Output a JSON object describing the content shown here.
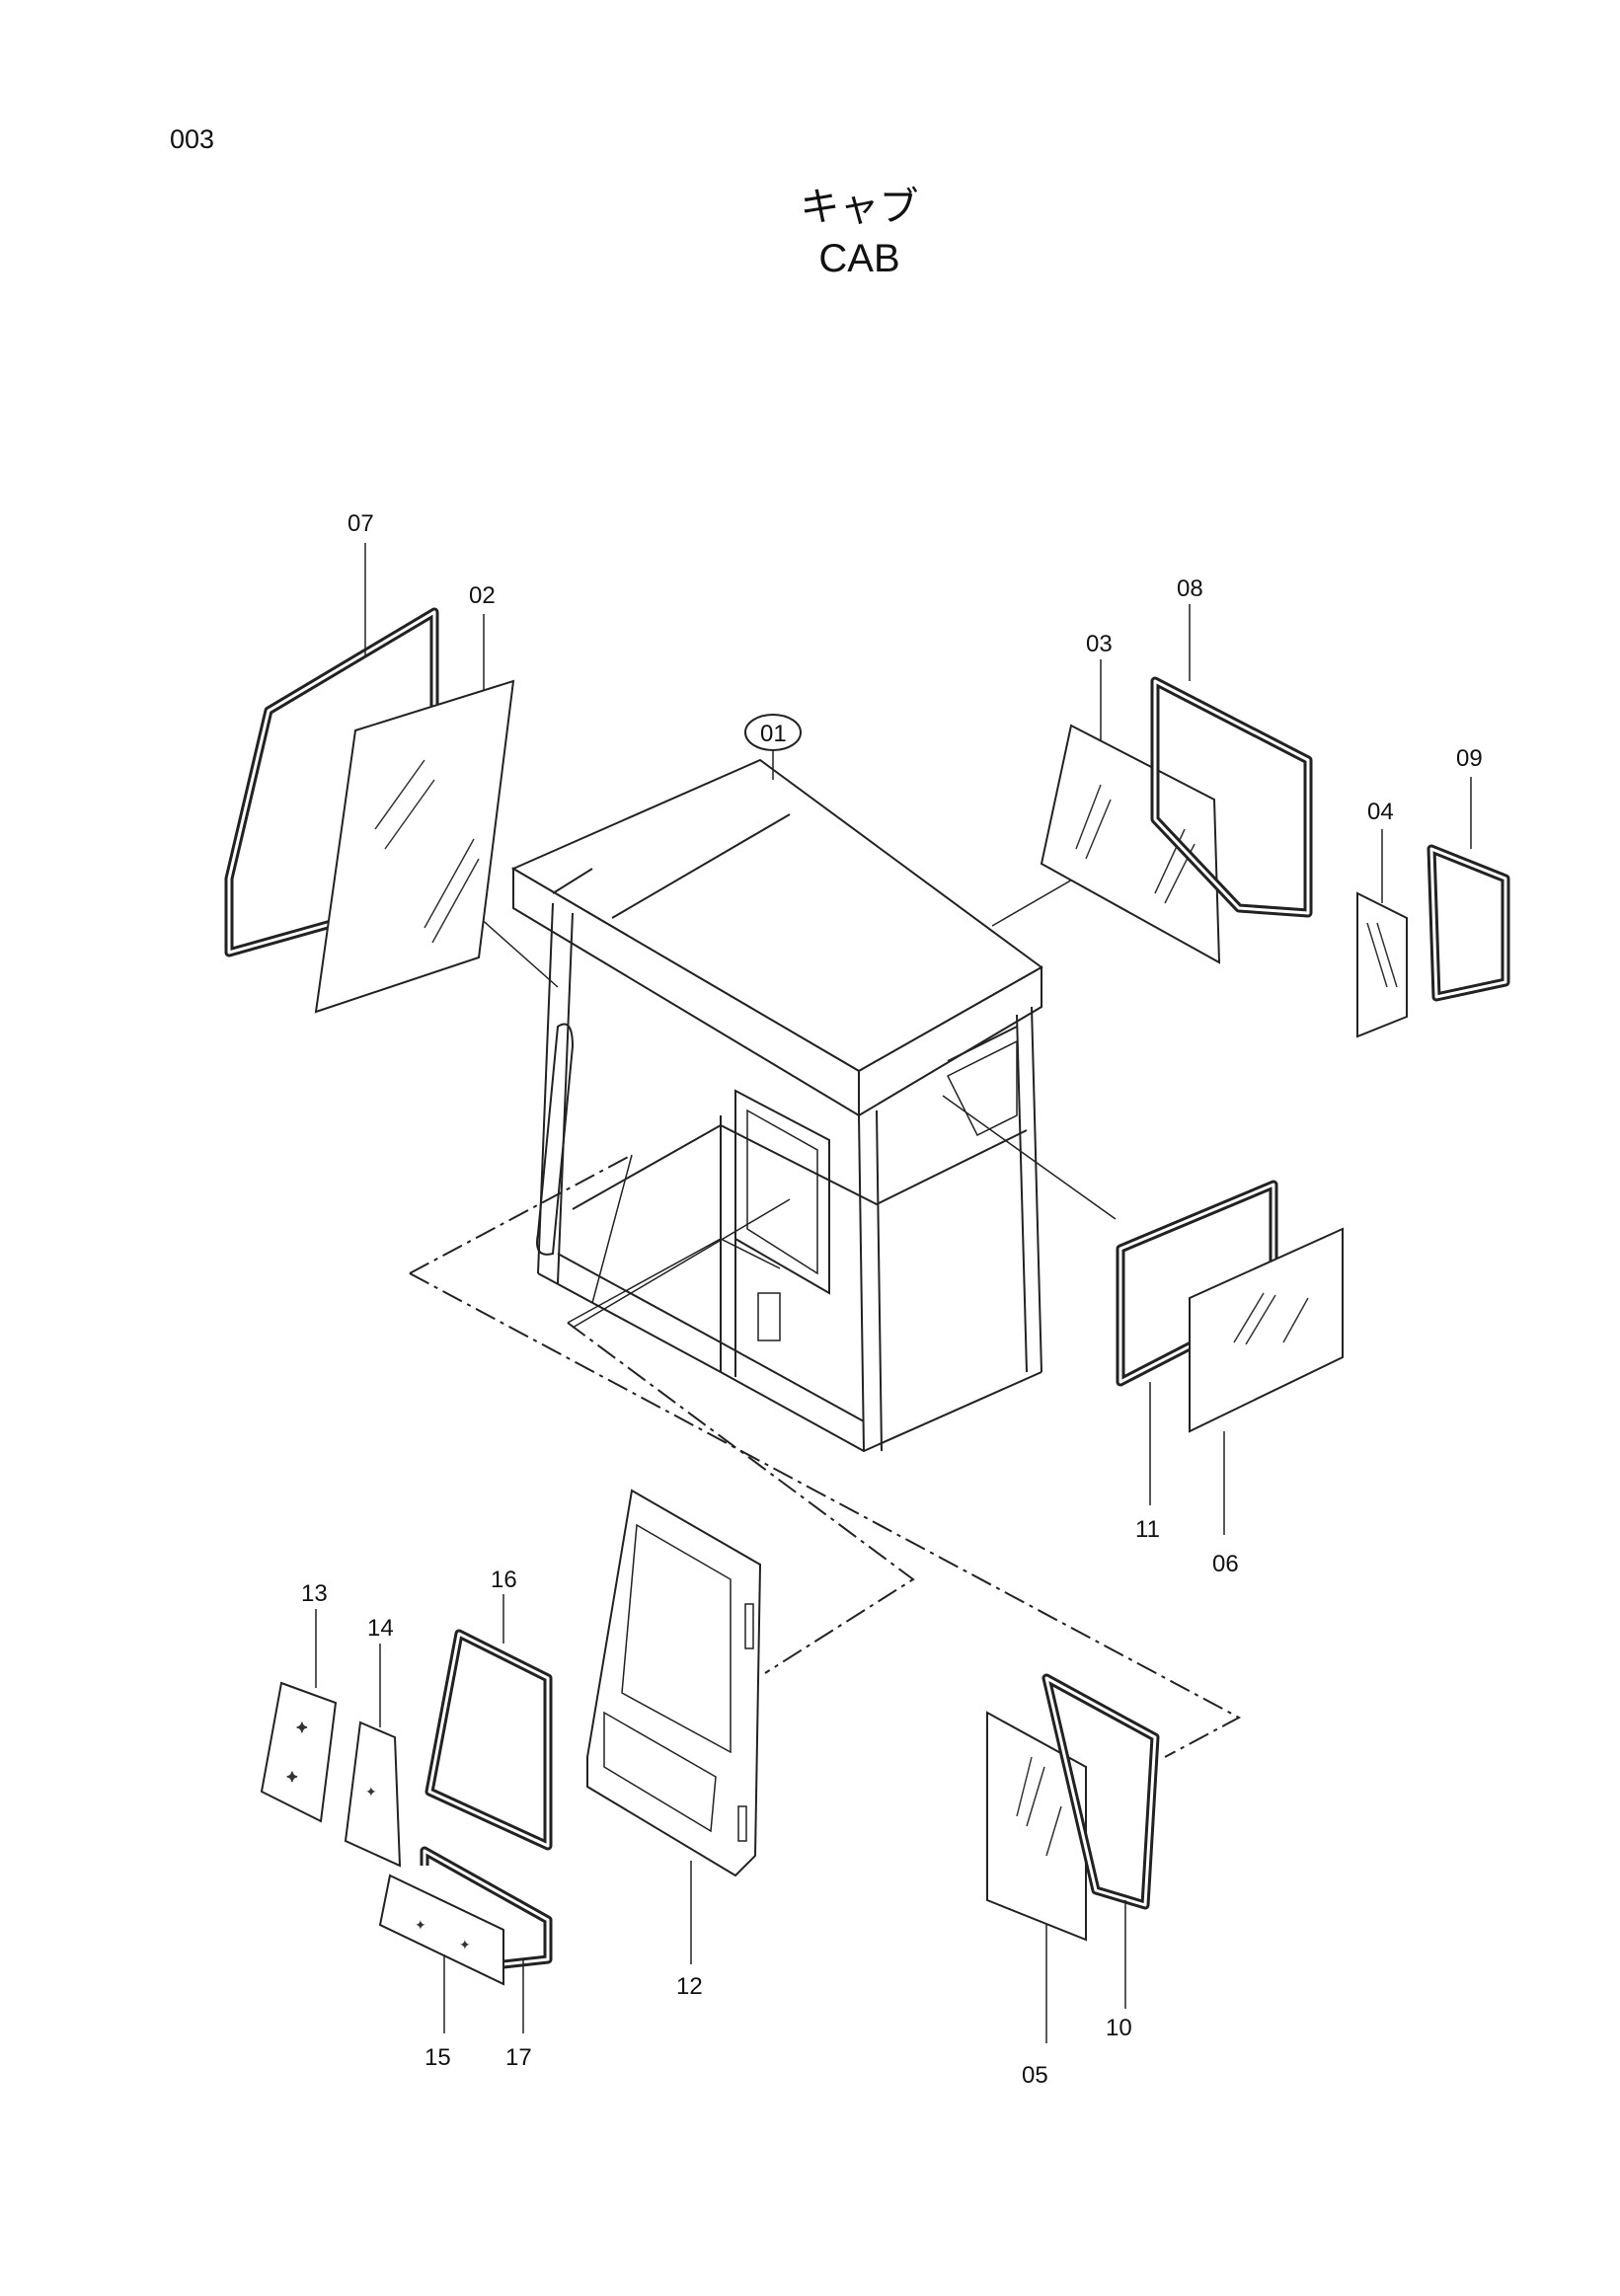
{
  "page_number": "003",
  "title": {
    "japanese": "キャブ",
    "english": "CAB"
  },
  "callouts": [
    {
      "id": "01",
      "circled": true,
      "part": "cab-body"
    },
    {
      "id": "02",
      "part": "front-glass"
    },
    {
      "id": "03",
      "part": "rear-glass"
    },
    {
      "id": "04",
      "part": "small-rear-glass"
    },
    {
      "id": "05",
      "part": "side-glass-lower"
    },
    {
      "id": "06",
      "part": "side-glass-right"
    },
    {
      "id": "07",
      "part": "front-glass-seal"
    },
    {
      "id": "08",
      "part": "rear-glass-seal"
    },
    {
      "id": "09",
      "part": "small-rear-glass-seal"
    },
    {
      "id": "10",
      "part": "side-glass-lower-seal"
    },
    {
      "id": "11",
      "part": "side-glass-right-seal"
    },
    {
      "id": "12",
      "part": "door"
    },
    {
      "id": "13",
      "part": "door-glass-upper"
    },
    {
      "id": "14",
      "part": "door-glass-middle"
    },
    {
      "id": "15",
      "part": "door-glass-lower"
    },
    {
      "id": "16",
      "part": "door-glass-seal-upper"
    },
    {
      "id": "17",
      "part": "door-glass-seal-lower"
    }
  ]
}
